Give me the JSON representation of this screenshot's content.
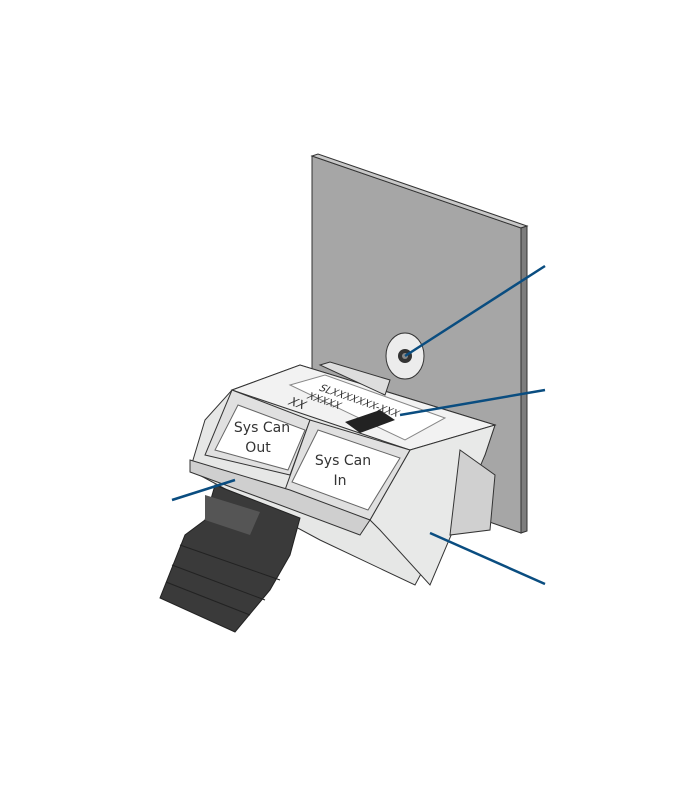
{
  "figure": {
    "port_out_label": [
      "Sys Can",
      "Out"
    ],
    "port_in_label": [
      "Sys Can",
      "In"
    ],
    "type_label": {
      "line1": "SLXXXXXXX-XXX",
      "line2": "XXXXX",
      "line3": "XX"
    },
    "colors": {
      "wall": "#a6a6a6",
      "callout": "#0a4d80",
      "housing": "#e6e7e6",
      "plug": "#3a3a3a"
    }
  }
}
